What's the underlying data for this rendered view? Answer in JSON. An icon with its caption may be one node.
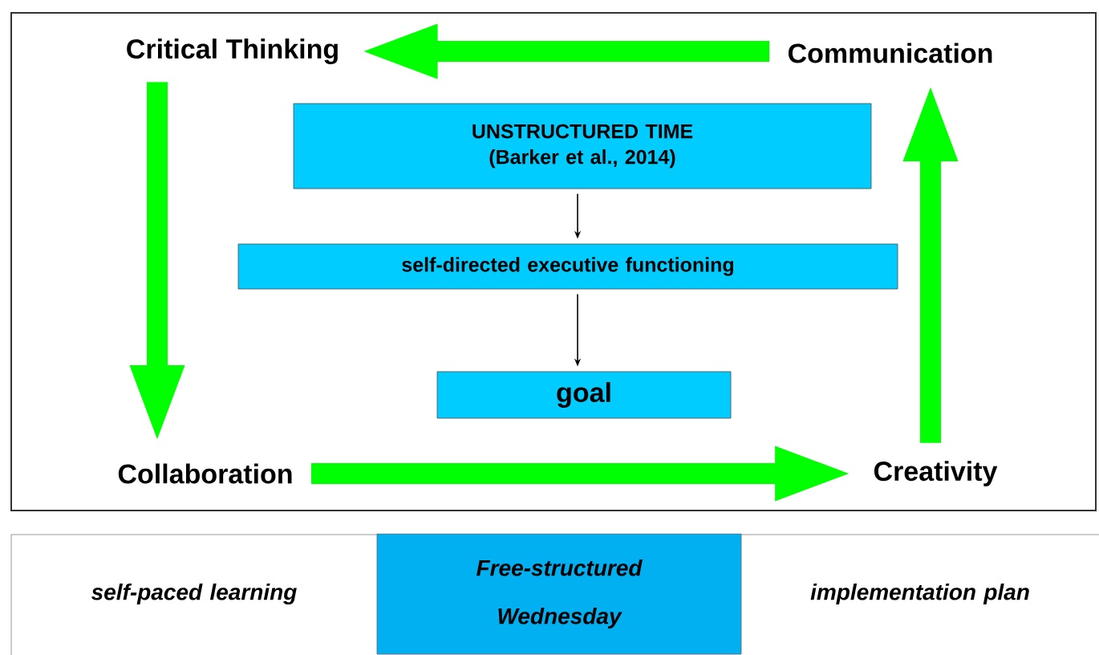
{
  "diagram": {
    "nodes": [
      {
        "text": [
          "Critical Thinking"
        ]
      },
      {
        "text": [
          "Communication"
        ]
      },
      {
        "text": [
          "UNSTRUCTURED TIME (Barker et al., 2014)"
        ]
      },
      {
        "text": [
          "self-directed executive functioning"
        ]
      },
      {
        "text": [
          "goal"
        ]
      },
      {
        "text": [
          "Collaboration"
        ]
      },
      {
        "text": [
          "Creativity"
        ]
      },
      {
        "text": [
          "self-paced learning"
        ]
      },
      {
        "text": [
          "Free-structured Wednesday"
        ]
      },
      {
        "text": [
          "implementation plan"
        ]
      }
    ],
    "edges": [
      {
        "from": 1,
        "to": 0,
        "arrow": "to"
      },
      {
        "from": 0,
        "to": 5,
        "arrow": "to"
      },
      {
        "from": 5,
        "to": 6,
        "arrow": "to"
      },
      {
        "from": 6,
        "to": 1,
        "arrow": "to"
      },
      {
        "from": 2,
        "to": 3,
        "arrow": "to",
        "color": "#000000"
      },
      {
        "from": 3,
        "to": 4,
        "arrow": "to",
        "color": "#000000"
      }
    ]
  }
}
